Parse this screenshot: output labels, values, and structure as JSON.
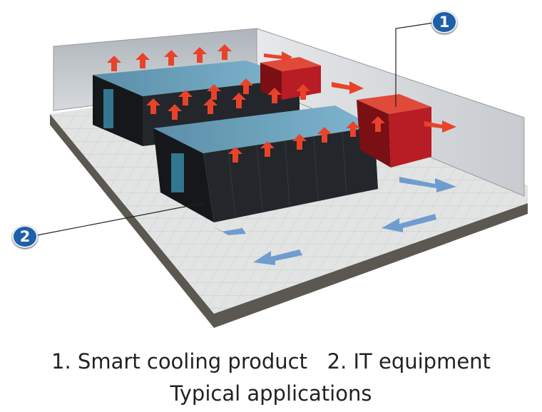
{
  "callouts": [
    {
      "number": "1",
      "target": "Smart cooling product"
    },
    {
      "number": "2",
      "target": "IT equipment"
    }
  ],
  "caption": {
    "legend": "1. Smart cooling product   2. IT equipment",
    "title": "Typical applications"
  },
  "colors": {
    "hot_air": "#e8432a",
    "cold_air": "#4a86c8",
    "cooling_unit": "#c8202a",
    "rack": "#1c1f24",
    "callout": "#1f5fa8"
  }
}
